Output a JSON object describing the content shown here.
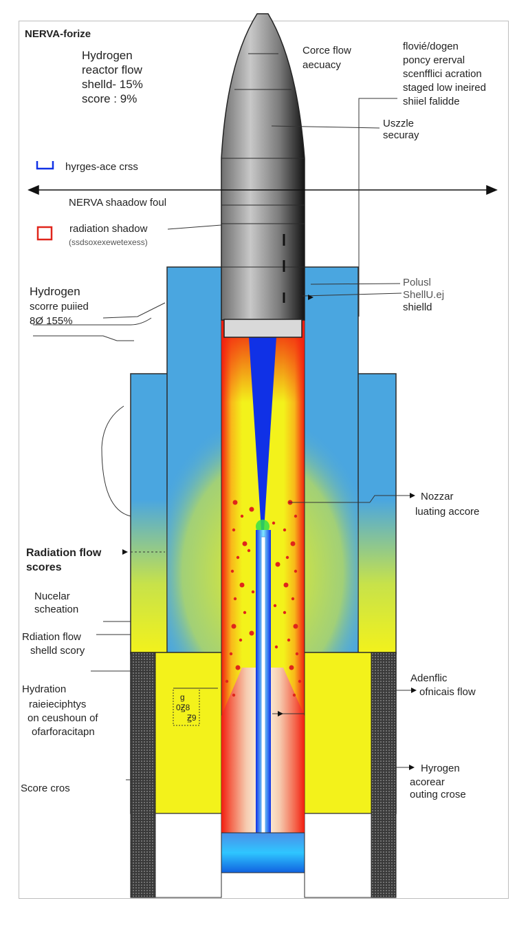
{
  "colors": {
    "shield_blue": "#4aa6e0",
    "core_red": "#f21d0f",
    "core_yellow": "#f3f21b",
    "flow_blue": "#1031e6",
    "cone_grey": "#8a8a8a",
    "casing_dark": "#333333"
  },
  "title": "NERVA-forize",
  "stats": {
    "line1": "Hydrogen",
    "line2": "reactor flow",
    "line3": "shelld- 15%",
    "line4": "score : 9%"
  },
  "legend": [
    {
      "icon": "blue-square-icon",
      "label": "hyrges-ace crss",
      "color": "#1031e6"
    },
    {
      "icon": "red-square-icon",
      "label": "radiation shadow",
      "sub": "(ssdsoxexewetexess)",
      "color": "#e0251b"
    }
  ],
  "axis_label": "NERVA shaadow foul",
  "left_labels": {
    "hydrogen_block": {
      "line1": "Hydrogen",
      "line2": "scorre puiied",
      "line3": "8Ø 155%"
    },
    "radiation_flow": {
      "line1": "Radiation flow",
      "line2": "scores"
    },
    "nucelar": {
      "line1": "Nucelar",
      "line2": "scheation"
    },
    "rdiation": {
      "line1": "Rdiation flow",
      "line2": "shelld scory"
    },
    "hydration": {
      "line1": "Hydration",
      "line2": "raieieciphtys",
      "line3": "on ceushoun of",
      "line4": "ofarforacitapn"
    },
    "score_cros": "Score cros"
  },
  "inner_box": {
    "line1": "g",
    "line2": "0Ꙃ8",
    "line3": "Ꙃ9"
  },
  "right_labels": {
    "corce": {
      "line1": "Corce flow",
      "line2": "aecuacy"
    },
    "flovie": {
      "line1": "flovié/dogen",
      "line2": "poncy ererval",
      "line3": "scenfflici acration",
      "line4": "staged low ineired",
      "line5": "shiiel falidde"
    },
    "uszzle": {
      "line1": "Uszzle",
      "line2": "securay"
    },
    "polusl": {
      "line1": "Polusl",
      "line2": "ShellU.ej",
      "line3": "shielld"
    },
    "nozzar": {
      "line1": "Nozzar",
      "line2": "luating accore"
    },
    "adenfic": {
      "line1": "Adenflic",
      "line2": "ofnicais flow"
    },
    "hyrogen": {
      "line1": "Hyrogen",
      "line2": "acorear",
      "line3": "outing crose"
    }
  }
}
